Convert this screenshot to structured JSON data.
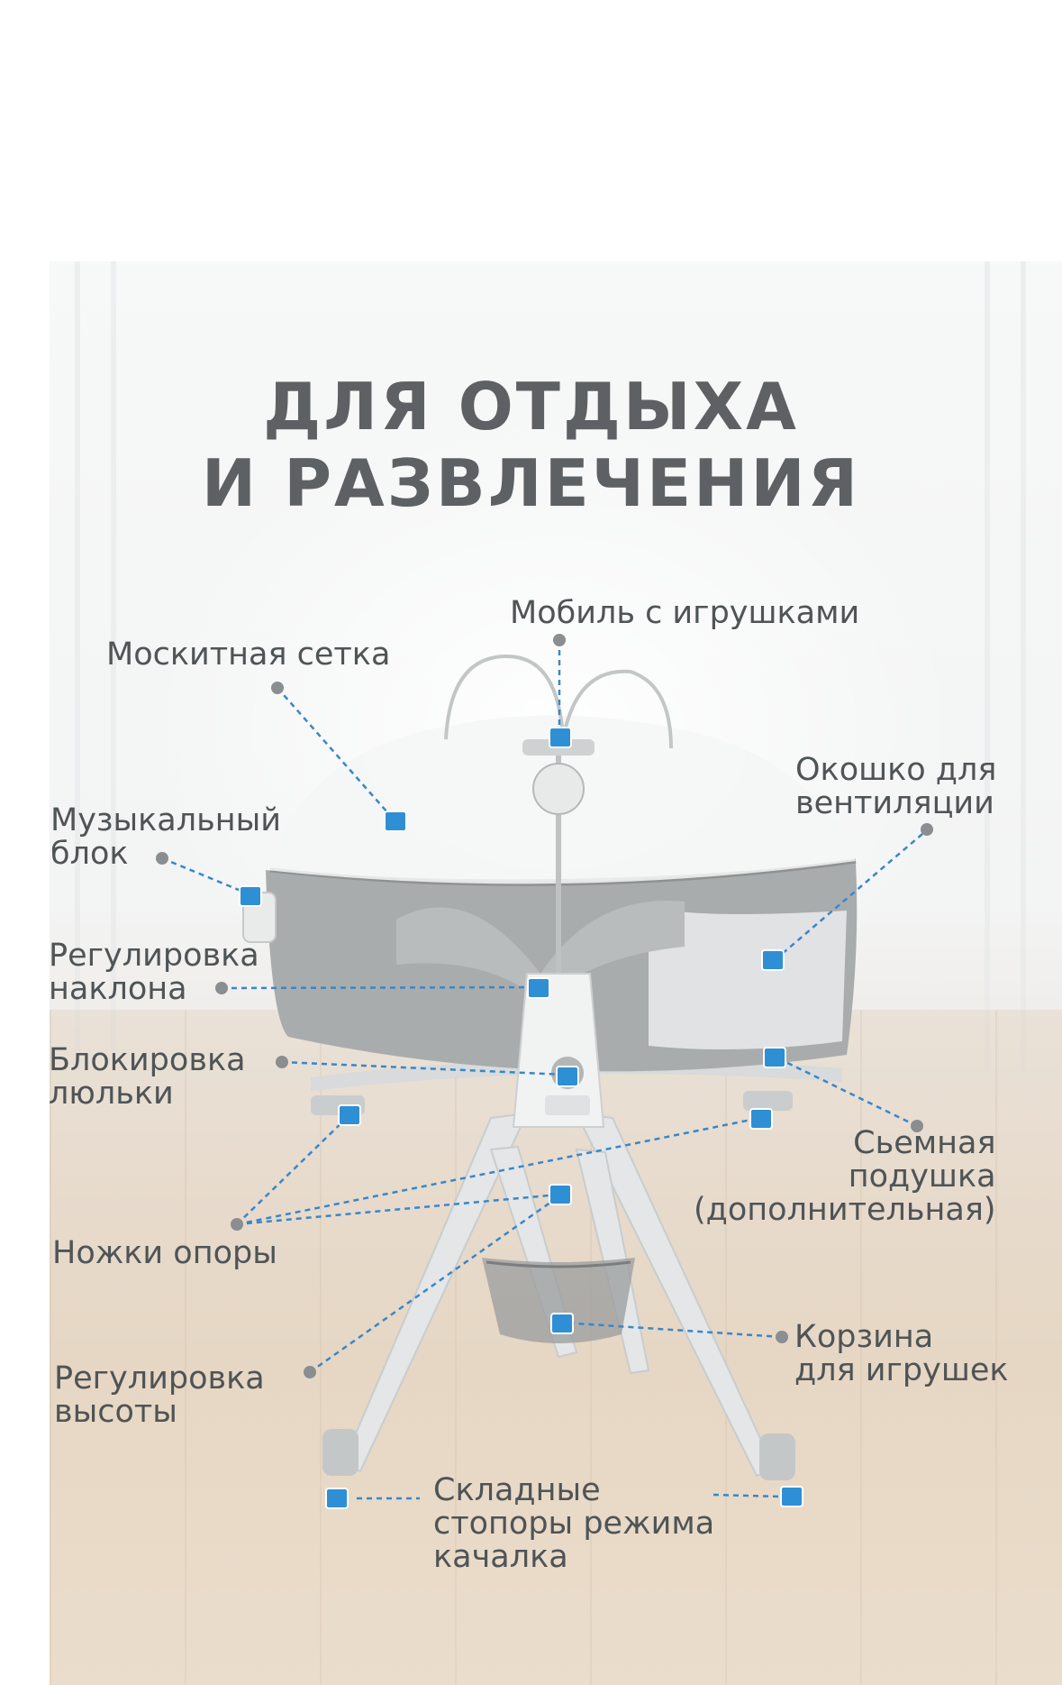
{
  "title": {
    "line1": "ДЛЯ ОТДЫХА",
    "line2": "И РАЗВЛЕЧЕНИЯ"
  },
  "labels": {
    "mobile": "Мобиль с игрушками",
    "mosquito_net": "Москитная сетка",
    "vent_window": "Окошко для\nвентиляции",
    "music_block": "Музыкальный\nблок",
    "tilt_adjust": "Регулировка\nнаклона",
    "cradle_lock": "Блокировка\nлюльки",
    "removable_pillow": "Сьемная\nподушка\n(дополнительная)",
    "support_legs": "Ножки опоры",
    "toy_basket": "Корзина\nдля игрушек",
    "height_adjust": "Регулировка\nвысоты",
    "rocking_stoppers": "Складные\nстопоры режима\nкачалка"
  },
  "colors": {
    "title": "#5d6163",
    "label": "#4f5456",
    "marker": "#2f8fd4",
    "leader": "#3a86c8",
    "dot": "#8a8e90"
  }
}
